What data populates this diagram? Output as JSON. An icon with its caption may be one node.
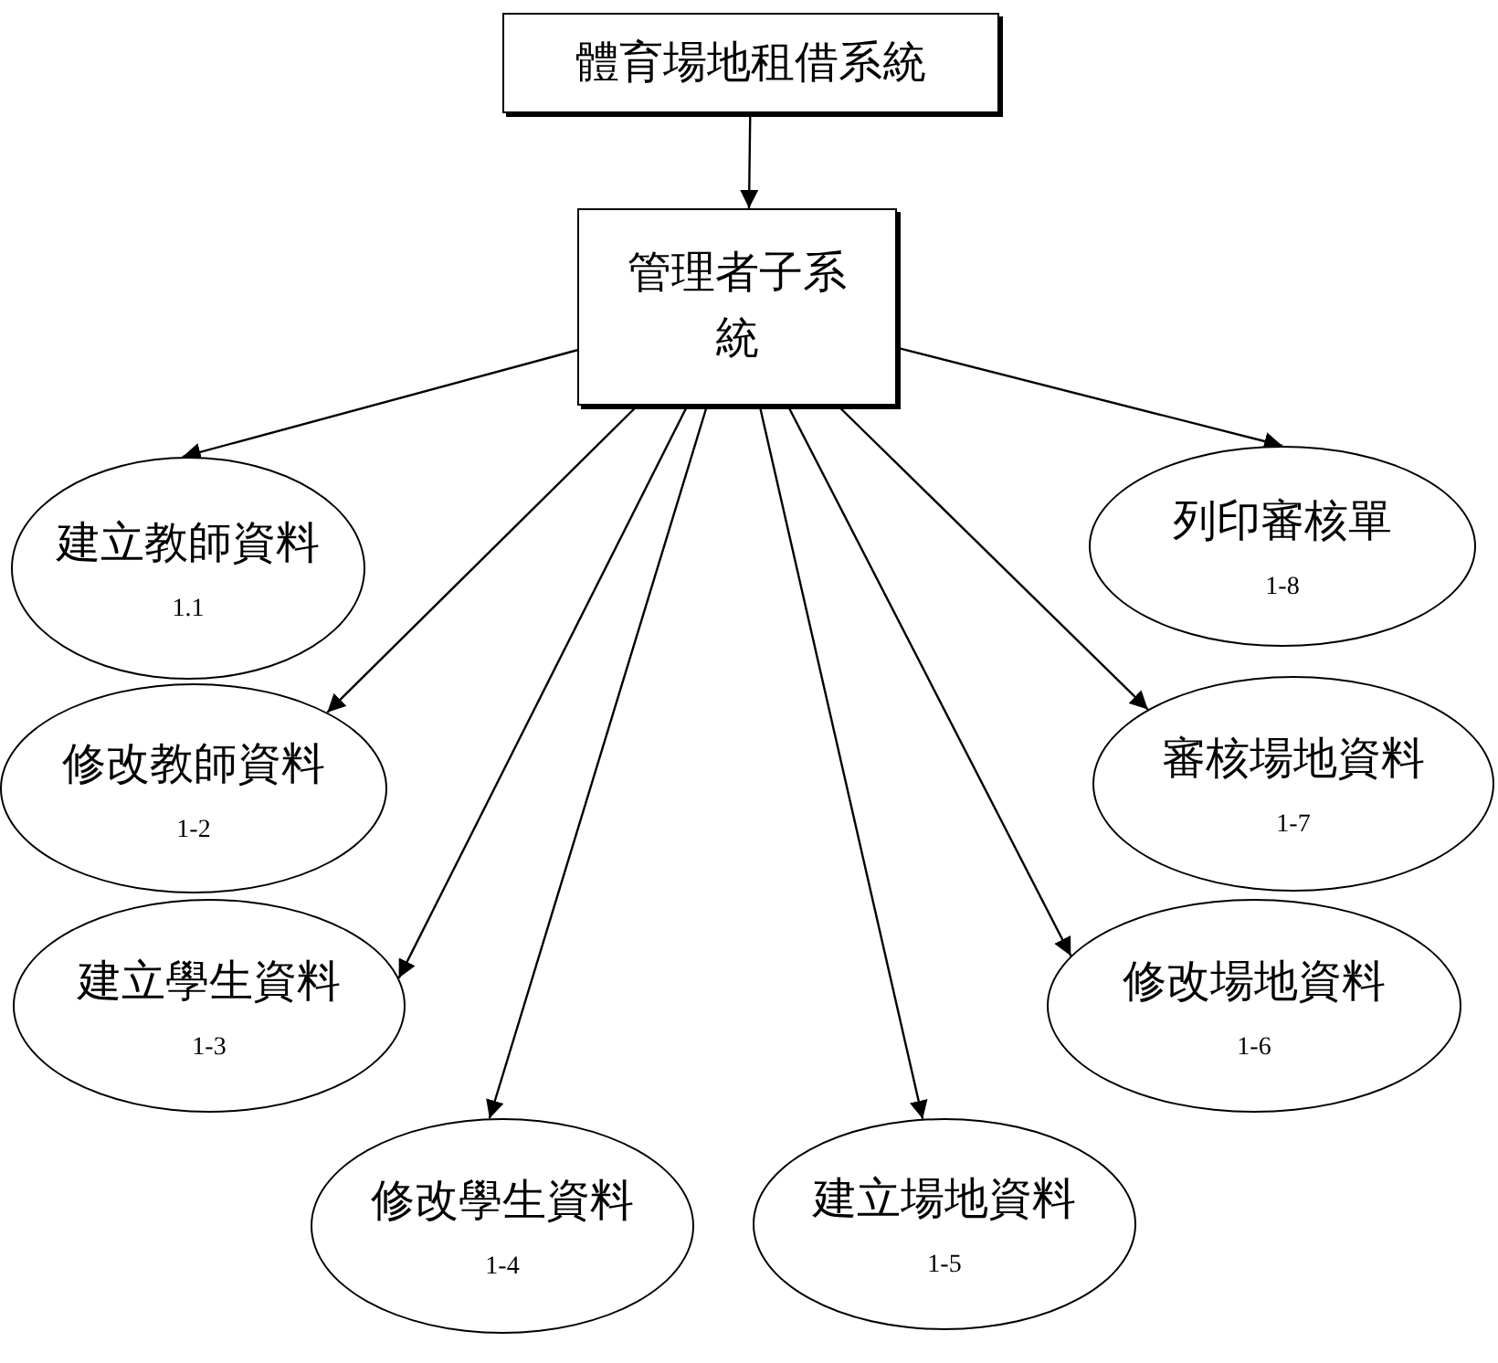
{
  "diagram": {
    "nodes": [
      {
        "text": [
          "體育場地租借系統"
        ]
      },
      {
        "text": [
          "管理者子系統"
        ]
      },
      {
        "text": [
          "建立教師資料",
          "1.1"
        ]
      },
      {
        "text": [
          "修改教師資料",
          "1-2"
        ]
      },
      {
        "text": [
          "建立學生資料",
          "1-3"
        ]
      },
      {
        "text": [
          "修改學生資料",
          "1-4"
        ]
      },
      {
        "text": [
          "建立場地資料",
          "1-5"
        ]
      },
      {
        "text": [
          "修改場地資料",
          "1-6"
        ]
      },
      {
        "text": [
          "審核場地資料",
          "1-7"
        ]
      },
      {
        "text": [
          "列印審核單",
          "1-8"
        ]
      }
    ],
    "edges": [
      {
        "from": 0,
        "to": 1,
        "arrow": "to"
      },
      {
        "from": 1,
        "to": 2,
        "arrow": "to"
      },
      {
        "from": 1,
        "to": 3,
        "arrow": "to"
      },
      {
        "from": 1,
        "to": 4,
        "arrow": "to"
      },
      {
        "from": 1,
        "to": 5,
        "arrow": "to"
      },
      {
        "from": 1,
        "to": 6,
        "arrow": "to"
      },
      {
        "from": 1,
        "to": 7,
        "arrow": "to"
      },
      {
        "from": 1,
        "to": 8,
        "arrow": "to"
      },
      {
        "from": 1,
        "to": 9,
        "arrow": "to"
      }
    ]
  }
}
